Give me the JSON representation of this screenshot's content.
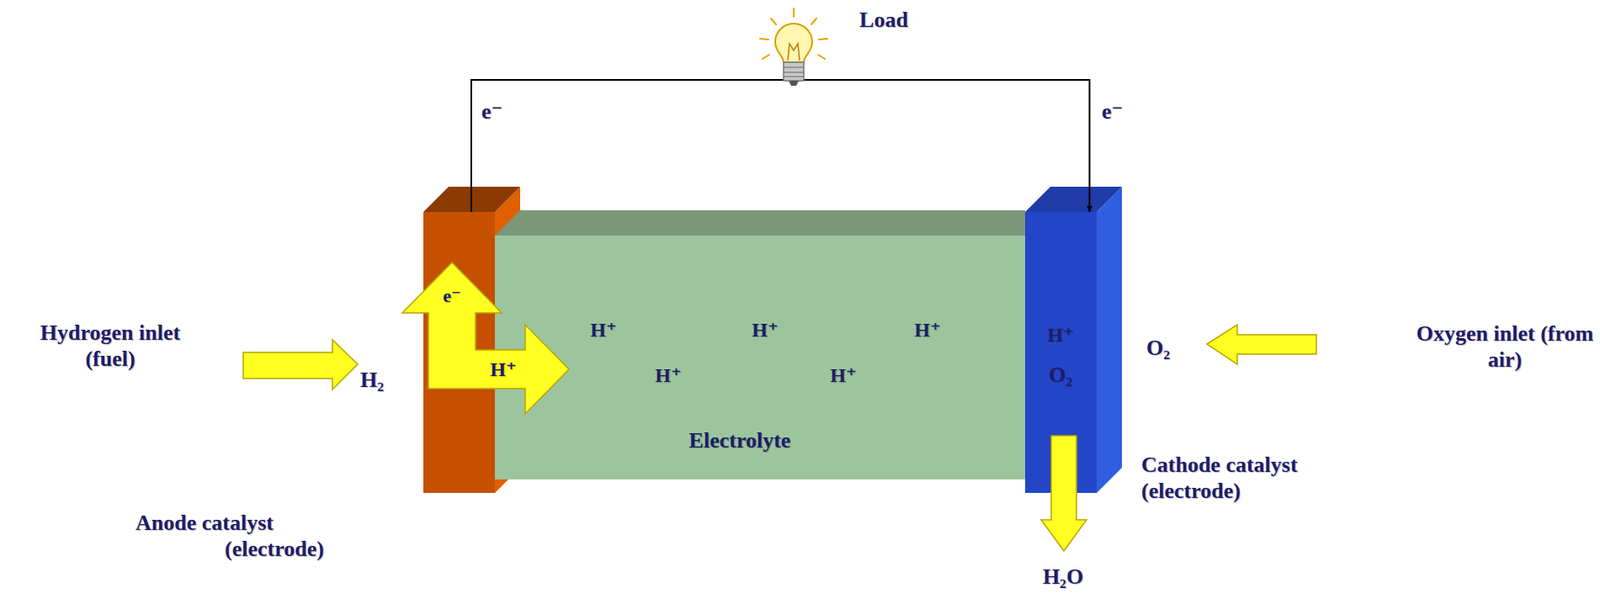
{
  "diagram": {
    "nodes": [
      {
        "text": [
          "Anode catalyst (electrode)"
        ]
      },
      {
        "text": [
          "H⁺",
          "H⁺",
          "H⁺",
          "H⁺",
          "H⁺",
          "Electrolyte"
        ]
      },
      {
        "text": [
          "H⁺",
          "O₂",
          "Cathode catalyst (electrode)"
        ]
      }
    ],
    "edges": [
      {
        "from": 0,
        "to": 2,
        "arrow": "to"
      }
    ],
    "labels": [
      "Load",
      "e⁻",
      "e⁻",
      "Hydrogen inlet (fuel)",
      "H₂",
      "e⁻",
      "H⁺",
      "O₂",
      "Oxygen inlet (from air)",
      "H₂O"
    ]
  }
}
